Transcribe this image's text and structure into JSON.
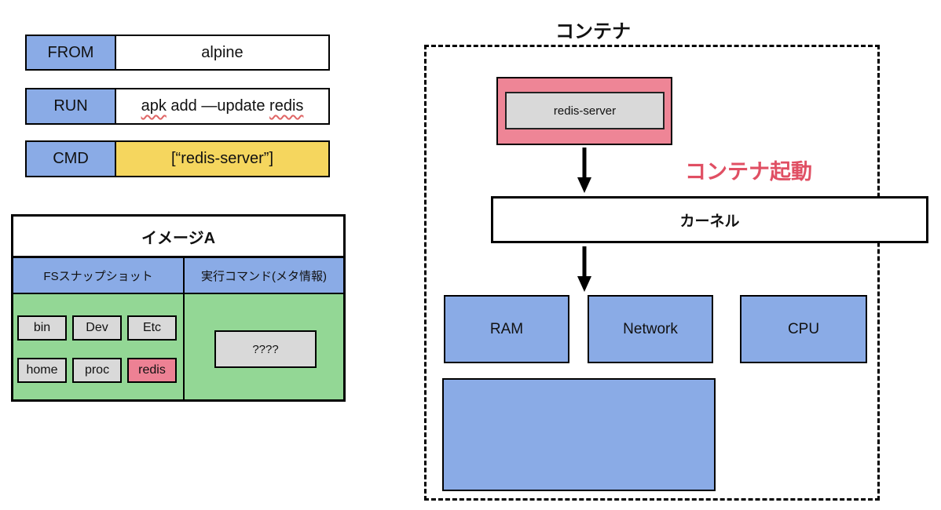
{
  "dockerfile": {
    "rows": [
      {
        "label": "FROM",
        "value": "alpine"
      },
      {
        "label": "RUN",
        "parts": [
          {
            "text": "apk",
            "misspelled": true
          },
          {
            "text": " add —update ",
            "misspelled": false
          },
          {
            "text": "redis",
            "misspelled": true
          }
        ]
      },
      {
        "label": "CMD",
        "value": "[“redis-server”]"
      }
    ]
  },
  "image_table": {
    "title": "イメージA",
    "columns": [
      "FSスナップショット",
      "実行コマンド(メタ情報)"
    ],
    "fs_snapshot_items": [
      "bin",
      "Dev",
      "Etc",
      "home",
      "proc",
      "redis"
    ],
    "highlighted_item": "redis",
    "meta_command_item": "????"
  },
  "container_diagram": {
    "title": "コンテナ",
    "process_label": "redis-server",
    "startup_label": "コンテナ起動",
    "kernel_label": "カーネル",
    "resources": [
      "RAM",
      "Network",
      "CPU"
    ]
  },
  "colors": {
    "blue": "#8aabe6",
    "yellow": "#f5d65e",
    "green": "#93d795",
    "gray": "#d9d9d9",
    "pink": "#ed8194",
    "startup_text_red": "#e04f63"
  }
}
